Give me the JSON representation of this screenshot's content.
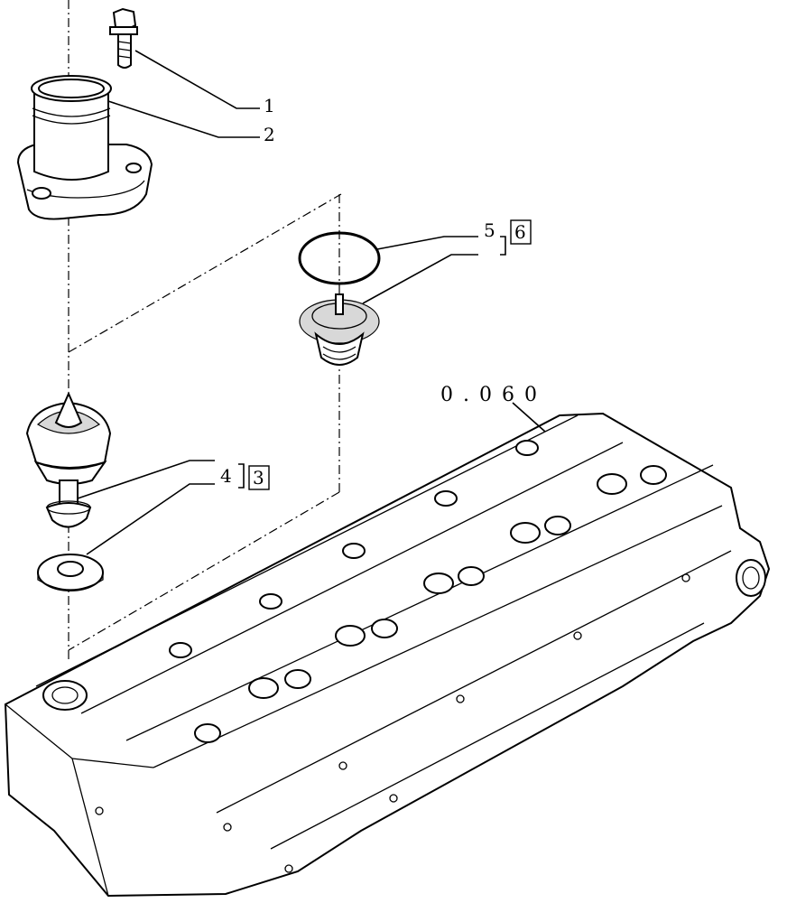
{
  "callouts": {
    "c1": "1",
    "c2": "2",
    "c3": "3",
    "c4": "4",
    "c5": "5",
    "c6": "6"
  },
  "reference": "0 . 0 6 0",
  "parts": [
    {
      "callout": "1",
      "icon": "bolt-icon"
    },
    {
      "callout": "2",
      "icon": "water-outlet-housing-icon"
    },
    {
      "callout": "3",
      "icon": "thermostat-kit-icon"
    },
    {
      "callout": "4",
      "icon": "thermostat-icon"
    },
    {
      "callout": "5",
      "icon": "o-ring-icon"
    },
    {
      "callout": "6",
      "icon": "thermostat-kit-icon"
    }
  ]
}
